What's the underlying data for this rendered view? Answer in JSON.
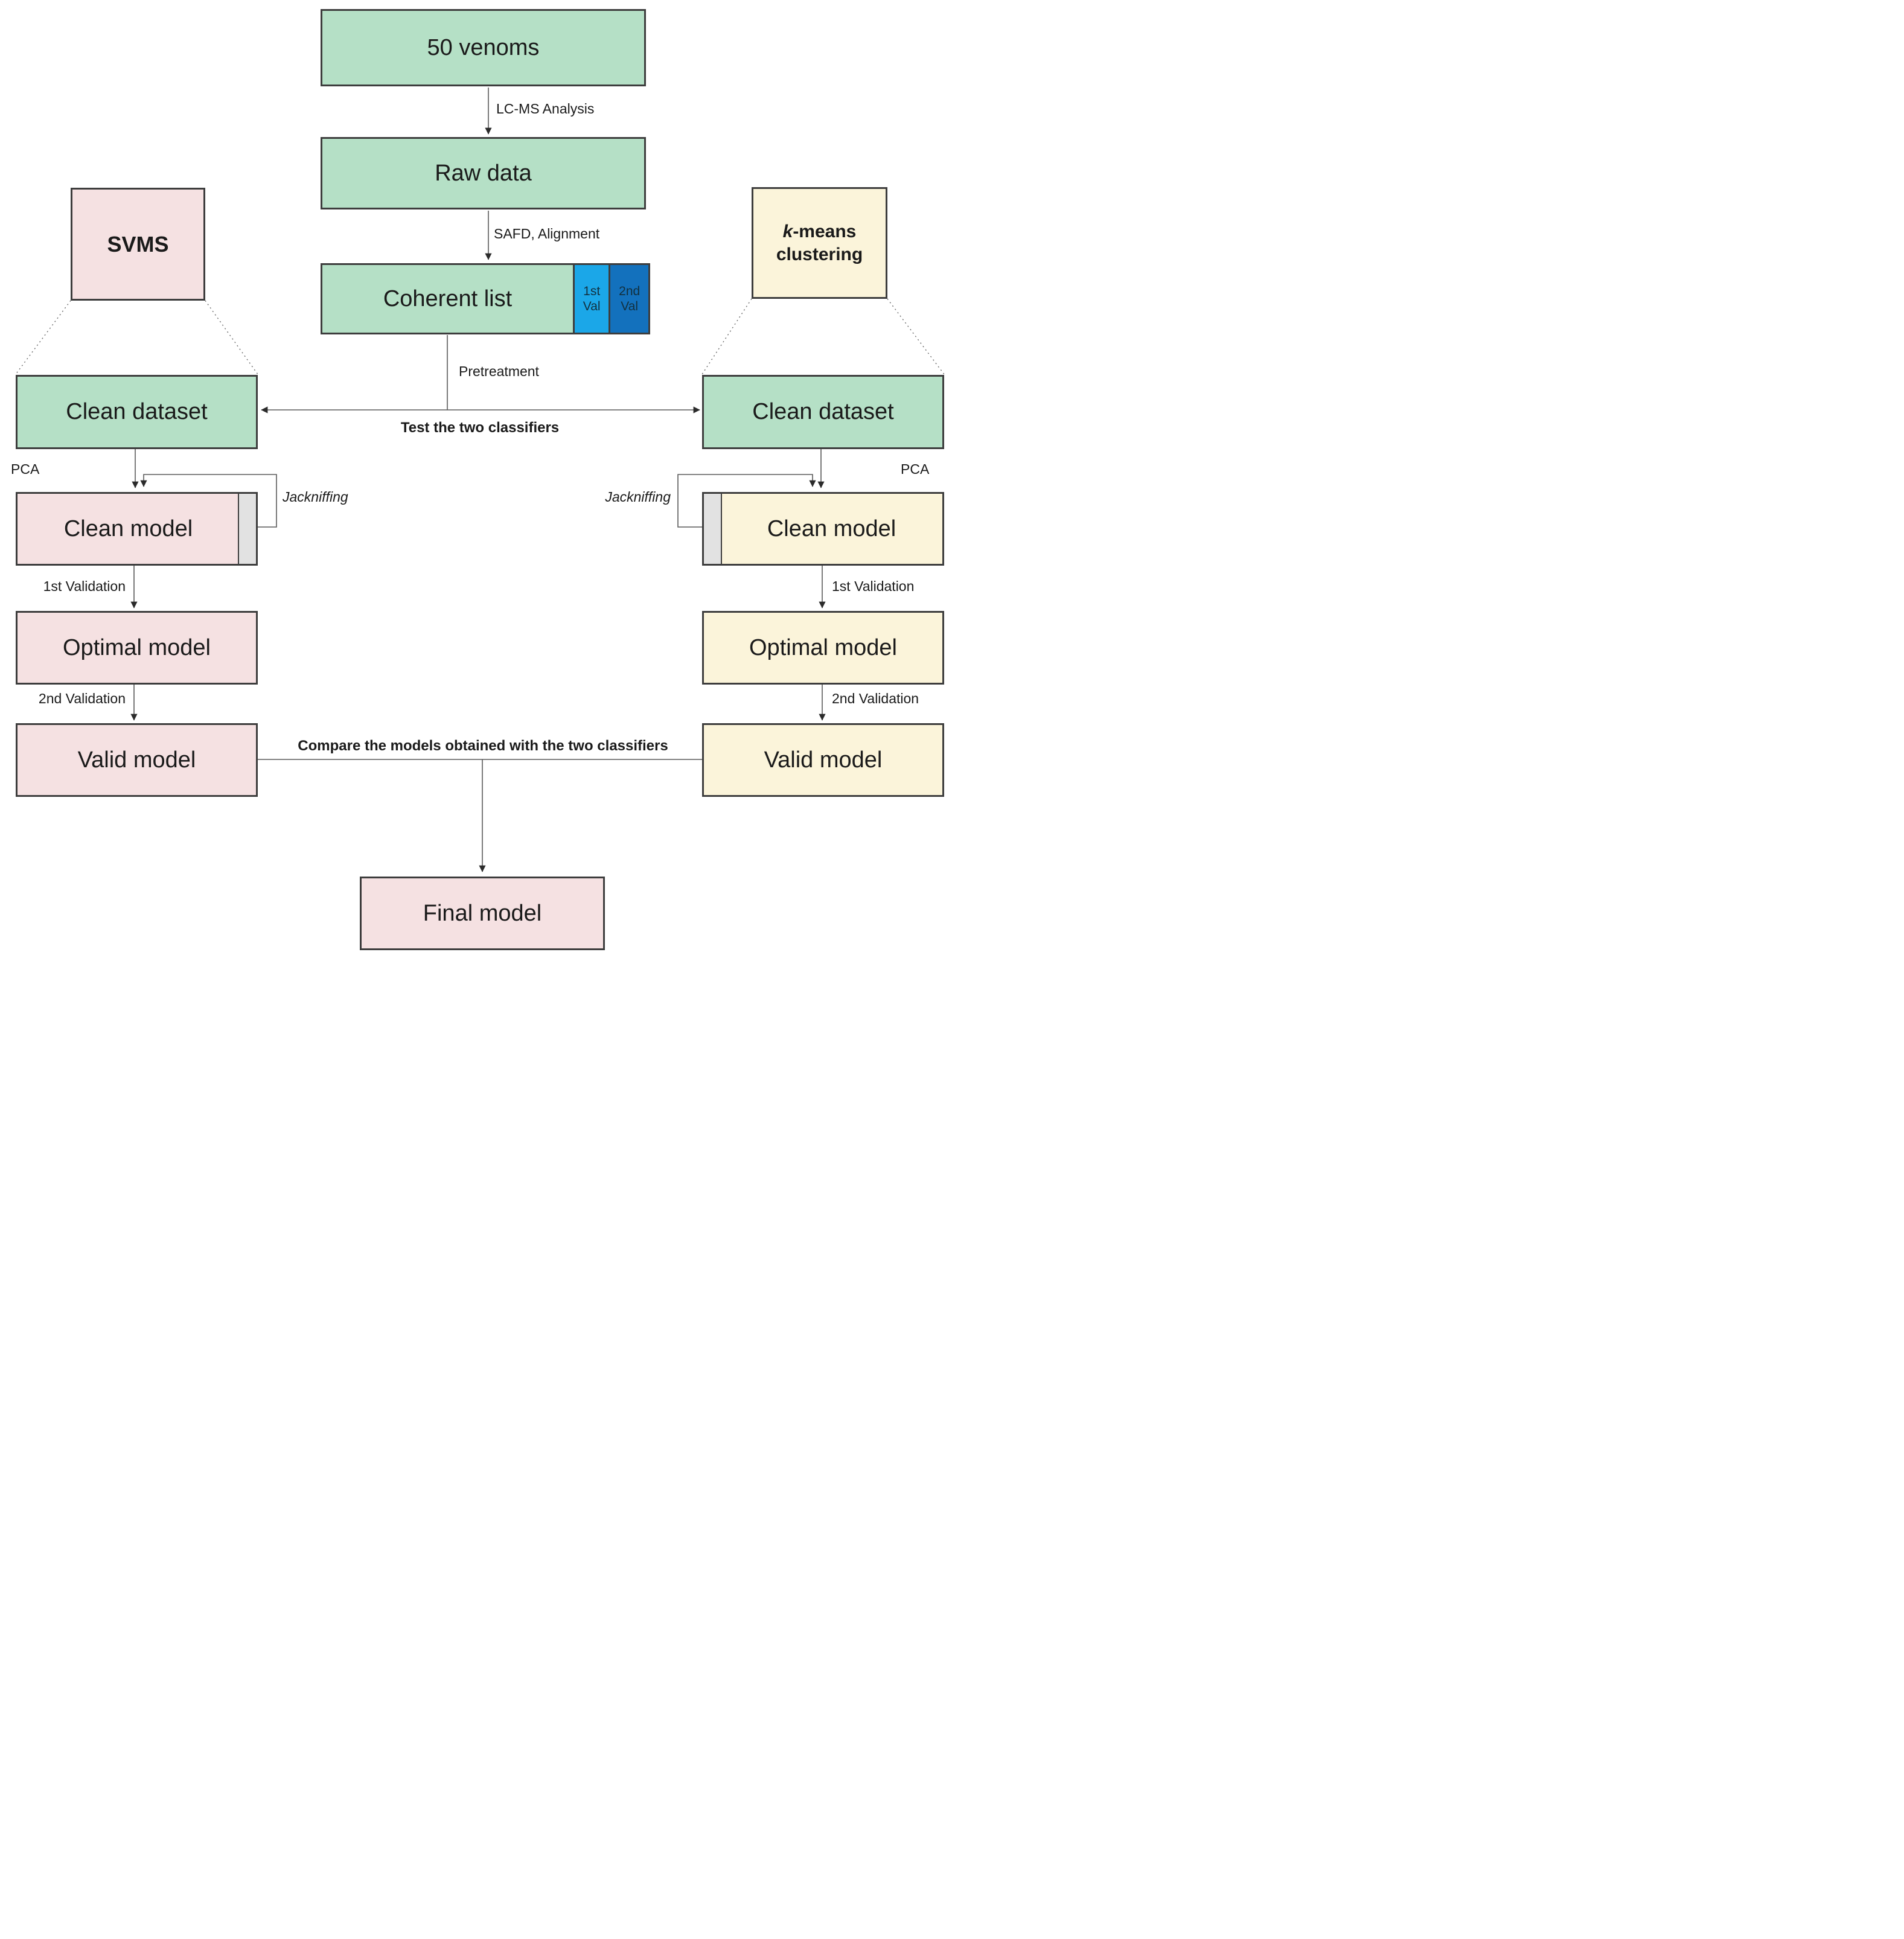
{
  "colors": {
    "green": "#b5e0c6",
    "pink": "#f5e1e2",
    "cream": "#fbf4da",
    "light_blue": "#1ba7e8",
    "dark_blue": "#1371bd",
    "gray_strip": "#e2e2e2",
    "border": "#3d3d3d",
    "line": "#5a5a5a",
    "text": "#1a1a1a",
    "val_text": "#12303f"
  },
  "nodes": {
    "fifty_venoms": "50 venoms",
    "raw_data": "Raw data",
    "coherent_list": "Coherent list",
    "first_val": {
      "line1": "1st",
      "line2": "Val"
    },
    "second_val": {
      "line1": "2nd",
      "line2": "Val"
    },
    "svms": "SVMS",
    "kmeans": {
      "italic": "k",
      "rest": "-means",
      "line2": "clustering"
    },
    "clean_dataset_left": "Clean dataset",
    "clean_dataset_right": "Clean dataset",
    "clean_model_left": "Clean model",
    "clean_model_right": "Clean model",
    "optimal_model_left": "Optimal model",
    "optimal_model_right": "Optimal model",
    "valid_model_left": "Valid model",
    "valid_model_right": "Valid model",
    "final_model": "Final model"
  },
  "edge_labels": {
    "lcms": "LC-MS Analysis",
    "safd": "SAFD, Alignment",
    "pretreatment": "Pretreatment",
    "test": "Test the two classifiers",
    "pca_left": "PCA",
    "pca_right": "PCA",
    "jackniffing_left": "Jackniffing",
    "jackniffing_right": "Jackniffing",
    "first_validation_left": "1st Validation",
    "first_validation_right": "1st Validation",
    "second_validation_left": "2nd Validation",
    "second_validation_right": "2nd Validation",
    "compare": "Compare the models obtained with the two classifiers"
  }
}
